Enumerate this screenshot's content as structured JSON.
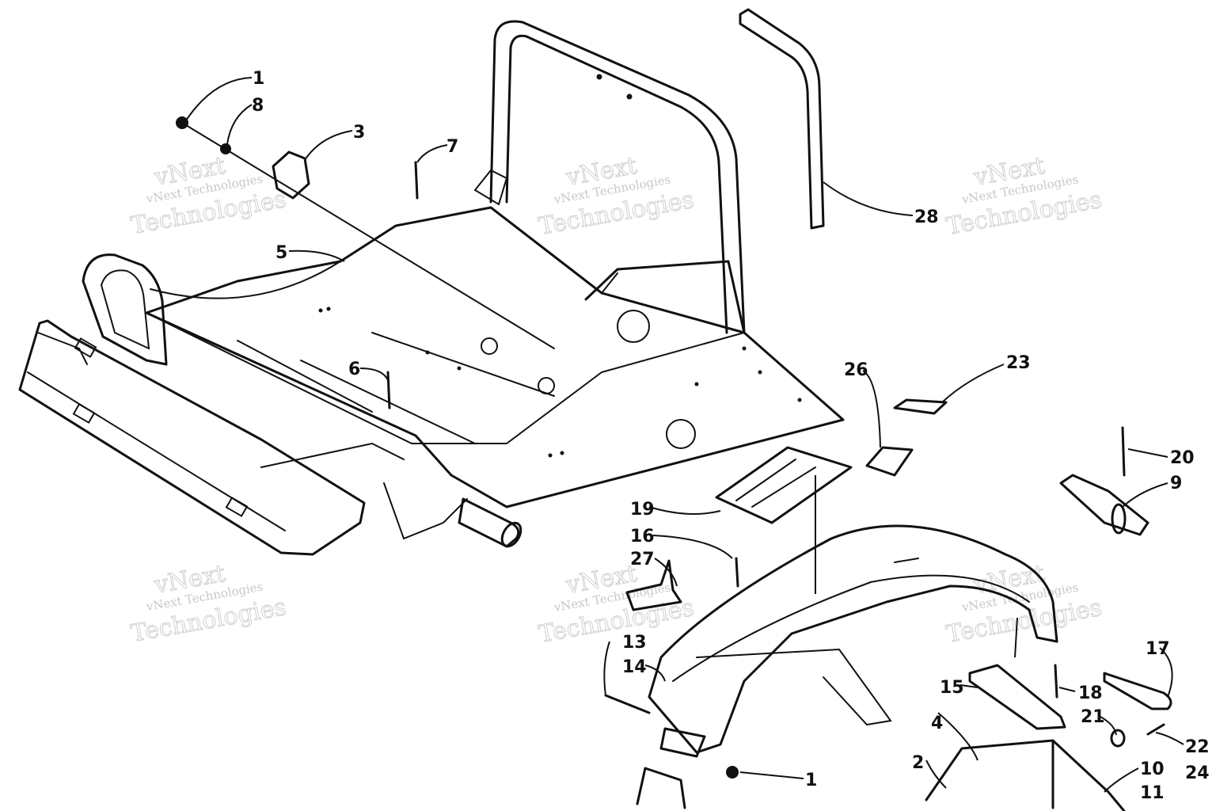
{
  "callouts": [
    {
      "id": "c1a",
      "text": "1"
    },
    {
      "id": "c8",
      "text": "8"
    },
    {
      "id": "c3",
      "text": "3"
    },
    {
      "id": "c7",
      "text": "7"
    },
    {
      "id": "c5",
      "text": "5"
    },
    {
      "id": "c28",
      "text": "28"
    },
    {
      "id": "c26",
      "text": "26"
    },
    {
      "id": "c23",
      "text": "23"
    },
    {
      "id": "c6",
      "text": "6"
    },
    {
      "id": "c20",
      "text": "20"
    },
    {
      "id": "c9",
      "text": "9"
    },
    {
      "id": "c19",
      "text": "19"
    },
    {
      "id": "c16",
      "text": "16"
    },
    {
      "id": "c27",
      "text": "27"
    },
    {
      "id": "c13",
      "text": "13"
    },
    {
      "id": "c14",
      "text": "14"
    },
    {
      "id": "c17",
      "text": "17"
    },
    {
      "id": "c15",
      "text": "15"
    },
    {
      "id": "c18",
      "text": "18"
    },
    {
      "id": "c21",
      "text": "21"
    },
    {
      "id": "c4",
      "text": "4"
    },
    {
      "id": "c22",
      "text": "22"
    },
    {
      "id": "c2",
      "text": "2"
    },
    {
      "id": "c10",
      "text": "10"
    },
    {
      "id": "c24",
      "text": "24"
    },
    {
      "id": "c1b",
      "text": "1"
    },
    {
      "id": "c11",
      "text": "11"
    }
  ],
  "watermark": {
    "line1": "vNext",
    "line2": "vNext Technologies",
    "line3": "Technologies"
  }
}
